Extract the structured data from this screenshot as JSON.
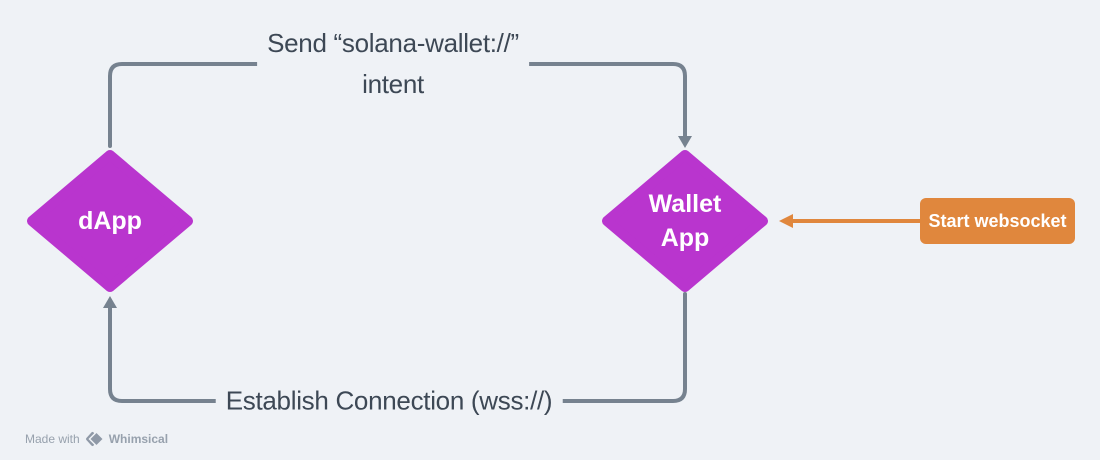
{
  "canvas": {
    "background_color": "#EFF2F6"
  },
  "nodes": {
    "dapp": {
      "shape": "diamond",
      "label": "dApp",
      "fill_color": "#B935CE",
      "text_color": "#FFFFFF"
    },
    "wallet": {
      "shape": "diamond",
      "label_line1": "Wallet",
      "label_line2": "App",
      "fill_color": "#B935CE",
      "text_color": "#FFFFFF"
    }
  },
  "connectors": {
    "intent": {
      "from": "dApp",
      "to": "Wallet App",
      "label_line1": "Send “solana-wallet://”",
      "label_line2": "intent",
      "color": "#76828F"
    },
    "establish": {
      "from": "Wallet App",
      "to": "dApp",
      "label": "Establish Connection (wss://)",
      "color": "#76828F"
    },
    "websocket": {
      "from": "Start websocket note",
      "to": "Wallet App",
      "color": "#E0873D"
    }
  },
  "annotations": {
    "websocket_note": {
      "label": "Start websocket",
      "fill_color": "#E0873D",
      "text_color": "#FFFFFF"
    }
  },
  "watermark": {
    "made_with": "Made with",
    "brand": "Whimsical",
    "icon": "whimsical-logo-icon",
    "color": "#97A1AD"
  }
}
